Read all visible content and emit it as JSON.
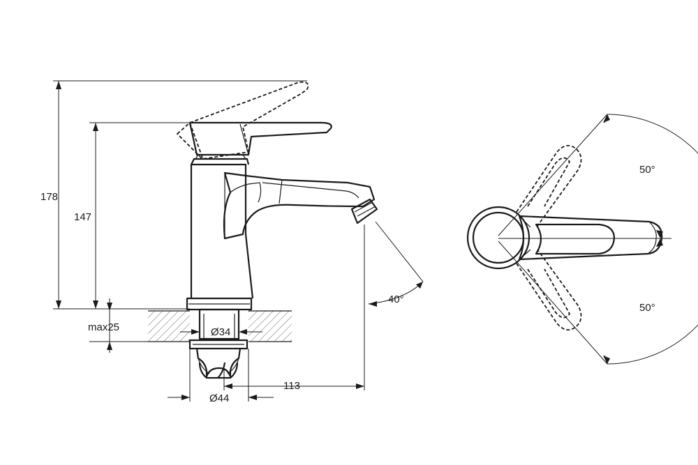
{
  "colors": {
    "ink": "#1a1a1a",
    "paper": "#ffffff"
  },
  "side_view": {
    "dimensions": {
      "total_height": "178",
      "body_height": "147",
      "max_counter_thickness": "max25",
      "mounting_hole_diameter": "Ø34",
      "shank_diameter": "Ø44",
      "spout_reach": "113",
      "spout_angle": "40°"
    }
  },
  "top_view": {
    "dimensions": {
      "handle_rotation_up": "50°",
      "handle_rotation_down": "50°"
    }
  }
}
